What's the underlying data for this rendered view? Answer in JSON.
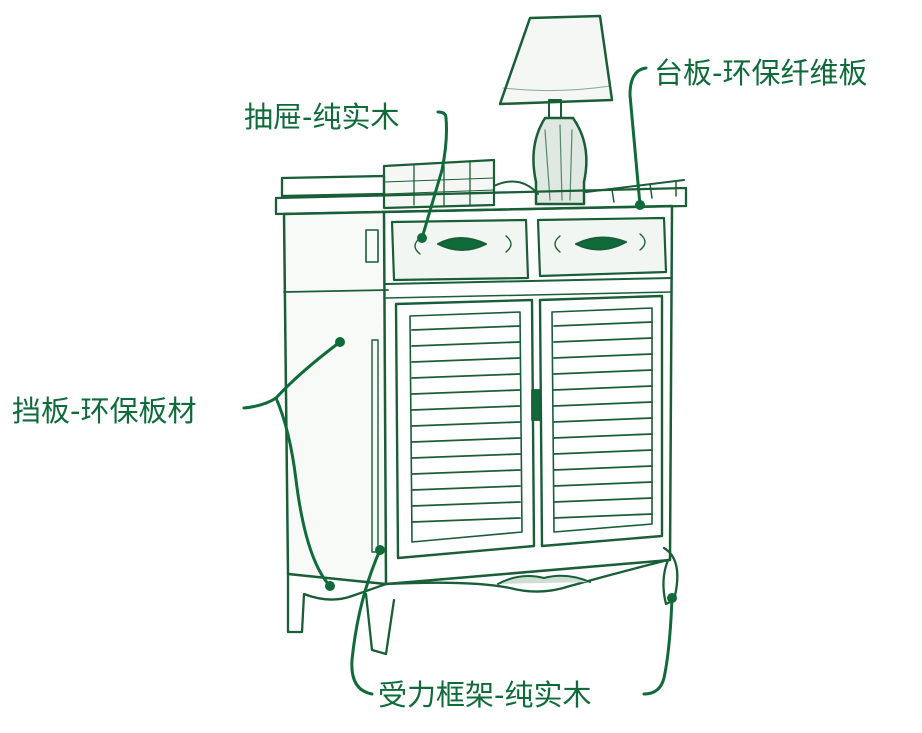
{
  "diagram": {
    "colors": {
      "ink": "#0f6b3a",
      "line": "#1a5e37",
      "paper": "#ffffff"
    },
    "labels": {
      "top_panel": "台板-环保纤维板",
      "drawer": "抽屉-纯实木",
      "side_panel": "挡板-环保板材",
      "frame": "受力框架-纯实木"
    }
  }
}
